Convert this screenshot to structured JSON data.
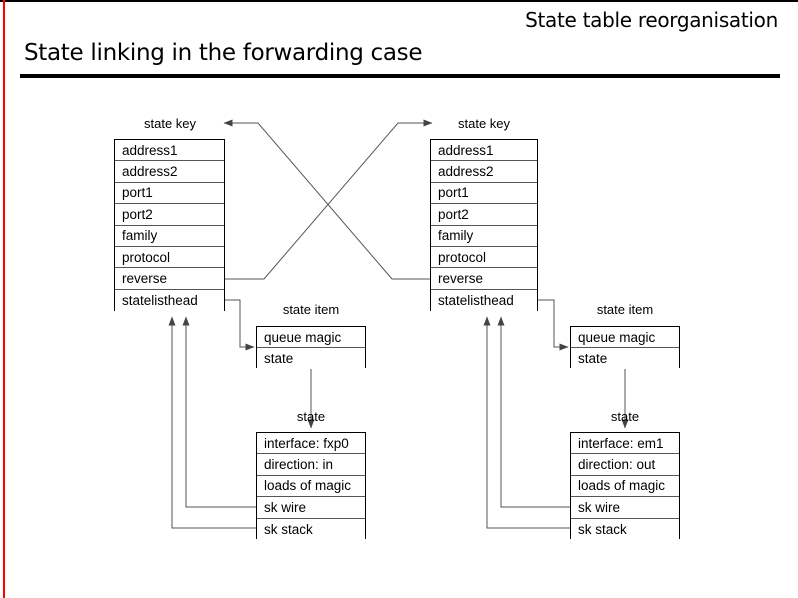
{
  "slide": {
    "eyebrow": "State table reorganisation",
    "title": "State linking in the forwarding case",
    "accent_color": "#ff0000",
    "line_color": "#000000"
  },
  "diagram": {
    "type": "data-structure-linking",
    "captions": {
      "state_key": "state key",
      "state_item": "state item",
      "state": "state"
    },
    "state_key_fields": [
      "address1",
      "address2",
      "port1",
      "port2",
      "family",
      "protocol",
      "reverse",
      "statelisthead"
    ],
    "state_item_fields": [
      "queue magic",
      "state"
    ],
    "left": {
      "key_caption": "state key",
      "item_caption": "state item",
      "state_caption": "state",
      "state_fields": [
        "interface: fxp0",
        "direction: in",
        "loads of magic",
        "sk wire",
        "sk stack"
      ]
    },
    "right": {
      "key_caption": "state key",
      "item_caption": "state item",
      "state_caption": "state",
      "state_fields": [
        "interface: em1",
        "direction: out",
        "loads of magic",
        "sk wire",
        "sk stack"
      ]
    }
  }
}
